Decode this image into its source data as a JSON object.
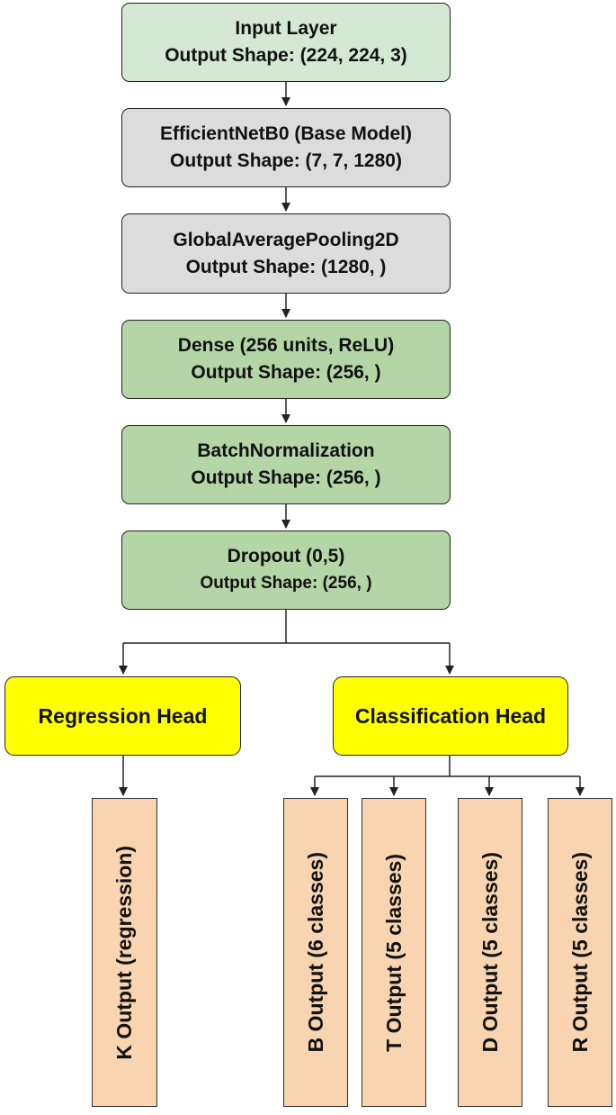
{
  "layers": [
    {
      "name": "Input Layer",
      "shape": "Output Shape: (224, 224, 3)"
    },
    {
      "name": "EfficientNetB0 (Base Model)",
      "shape": "Output Shape: (7, 7, 1280)"
    },
    {
      "name": "GlobalAveragePooling2D",
      "shape": "Output Shape: (1280, )"
    },
    {
      "name": "Dense (256 units, ReLU)",
      "shape": "Output Shape: (256, )"
    },
    {
      "name": "BatchNormalization",
      "shape": "Output Shape: (256, )"
    },
    {
      "name": "Dropout (0,5)",
      "shape": "Output Shape: (256, )"
    }
  ],
  "heads": {
    "regression": "Regression Head",
    "classification": "Classification Head"
  },
  "outputs": {
    "k": "K Output (regression)",
    "b": "B Output (6 classes)",
    "t": "T Output (5 classes)",
    "d": "D Output (5 classes)",
    "r": "R Output (5 classes)"
  },
  "colors": {
    "input": "#d5e8d4",
    "base": "#dcdcdc",
    "trainable": "#b4d5a6",
    "head": "#ffff00",
    "output": "#f8d5b0"
  }
}
